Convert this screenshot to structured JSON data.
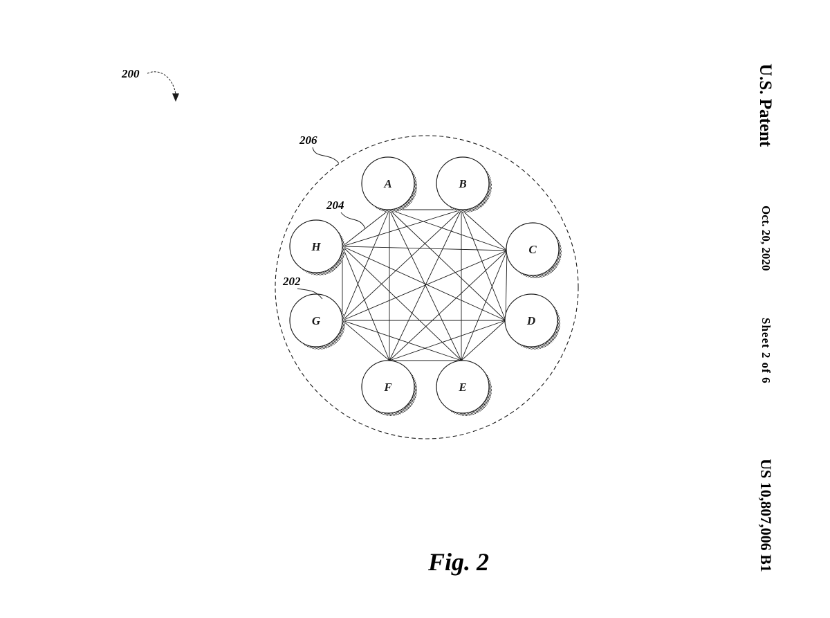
{
  "header": {
    "publisher": "U.S. Patent",
    "date": "Oct. 20, 2020",
    "sheet": "Sheet 2 of 6",
    "patent_number": "US 10,807,006 B1"
  },
  "figure": {
    "title": "Fig. 2",
    "figure_ref": "200",
    "boundary_ref": "206",
    "edge_ref": "204",
    "node_ref": "202"
  },
  "nodes": [
    {
      "id": "A",
      "label": "A"
    },
    {
      "id": "B",
      "label": "B"
    },
    {
      "id": "C",
      "label": "C"
    },
    {
      "id": "D",
      "label": "D"
    },
    {
      "id": "E",
      "label": "E"
    },
    {
      "id": "F",
      "label": "F"
    },
    {
      "id": "G",
      "label": "G"
    },
    {
      "id": "H",
      "label": "H"
    }
  ],
  "topology": "full-mesh",
  "colors": {
    "ink": "#1a1a1a",
    "shadow": "#555555",
    "paper": "#ffffff"
  }
}
